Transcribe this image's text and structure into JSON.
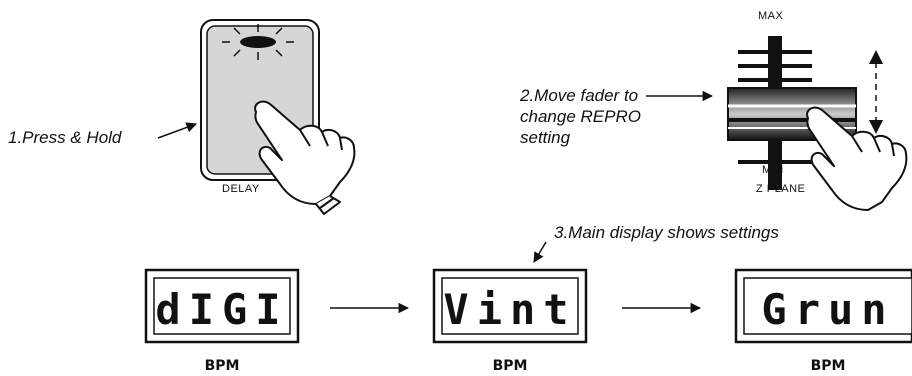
{
  "step1": {
    "caption": "1.Press & Hold",
    "button_label": "DELAY"
  },
  "step2": {
    "caption_lines": [
      "2.Move fader to",
      "change REPRO",
      "setting"
    ],
    "fader_top_label": "MAX",
    "fader_bottom_label": "MIN",
    "fader_name_label": "Z PLANE"
  },
  "step3": {
    "caption": "3.Main display shows settings"
  },
  "displays": [
    {
      "text": "dIGI",
      "unit": "BPM"
    },
    {
      "text": "Vint",
      "unit": "BPM"
    },
    {
      "text": "Grun",
      "unit": "BPM"
    }
  ],
  "colors": {
    "ink": "#111111",
    "button_fill": "#d6d6d6",
    "background": "#ffffff"
  },
  "icons": [
    "led-icon",
    "pointing-hand-icon",
    "fader-knob-icon",
    "arrow-icon",
    "double-arrow-icon"
  ]
}
